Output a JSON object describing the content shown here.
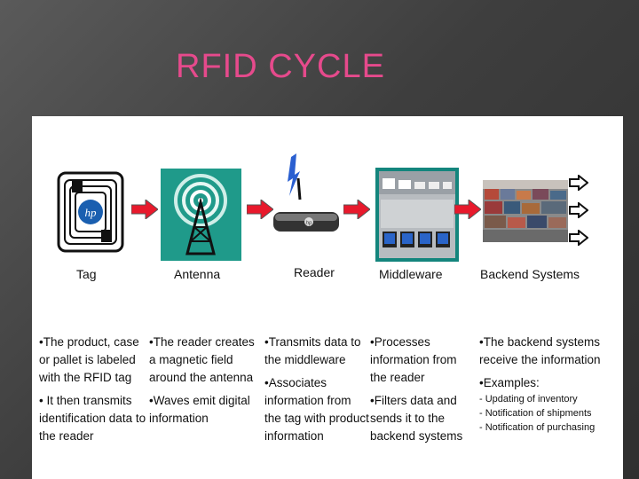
{
  "title": "RFID CYCLE",
  "stages": [
    {
      "label": "Tag",
      "icon": "rfid-tag-icon"
    },
    {
      "label": "Antenna",
      "icon": "antenna-icon"
    },
    {
      "label": "Reader",
      "icon": "rfid-reader-icon"
    },
    {
      "label": "Middleware",
      "icon": "server-room-icon"
    },
    {
      "label": "Backend Systems",
      "icon": "warehouse-containers-icon"
    }
  ],
  "descriptions": {
    "tag": [
      "•The product, case or pallet is labeled with the RFID tag",
      "• It then transmits identification data to the reader"
    ],
    "antenna": [
      "•The reader creates a magnetic field around the antenna",
      "•Waves emit digital information"
    ],
    "reader": [
      "•Transmits data to the middleware",
      "•Associates information from the tag with product information"
    ],
    "middleware": [
      "•Processes information from the reader",
      "•Filters data and sends it to the backend systems"
    ],
    "backend": {
      "intro": "•The backend systems receive the information",
      "examples_heading": "•Examples:",
      "examples": [
        "- Updating of inventory",
        "- Notification of shipments",
        "- Notification of purchasing"
      ]
    }
  },
  "colors": {
    "title": "#e64a8c",
    "arrow": "#e8192c",
    "antenna_bg": "#1f9a8a",
    "middleware_frame": "#14857d"
  }
}
